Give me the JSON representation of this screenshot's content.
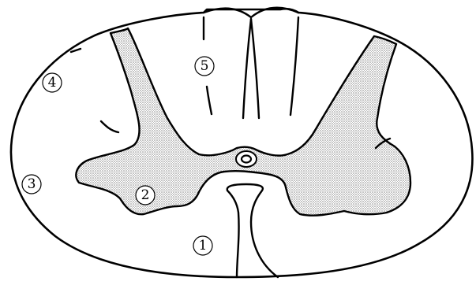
{
  "labels": {
    "l1": "1",
    "l2": "2",
    "l3": "3",
    "l4": "4",
    "l5": "5"
  },
  "colors": {
    "outline": "#000000",
    "gray_matter_stipple": "#8a8a8a",
    "background": "#ffffff"
  }
}
